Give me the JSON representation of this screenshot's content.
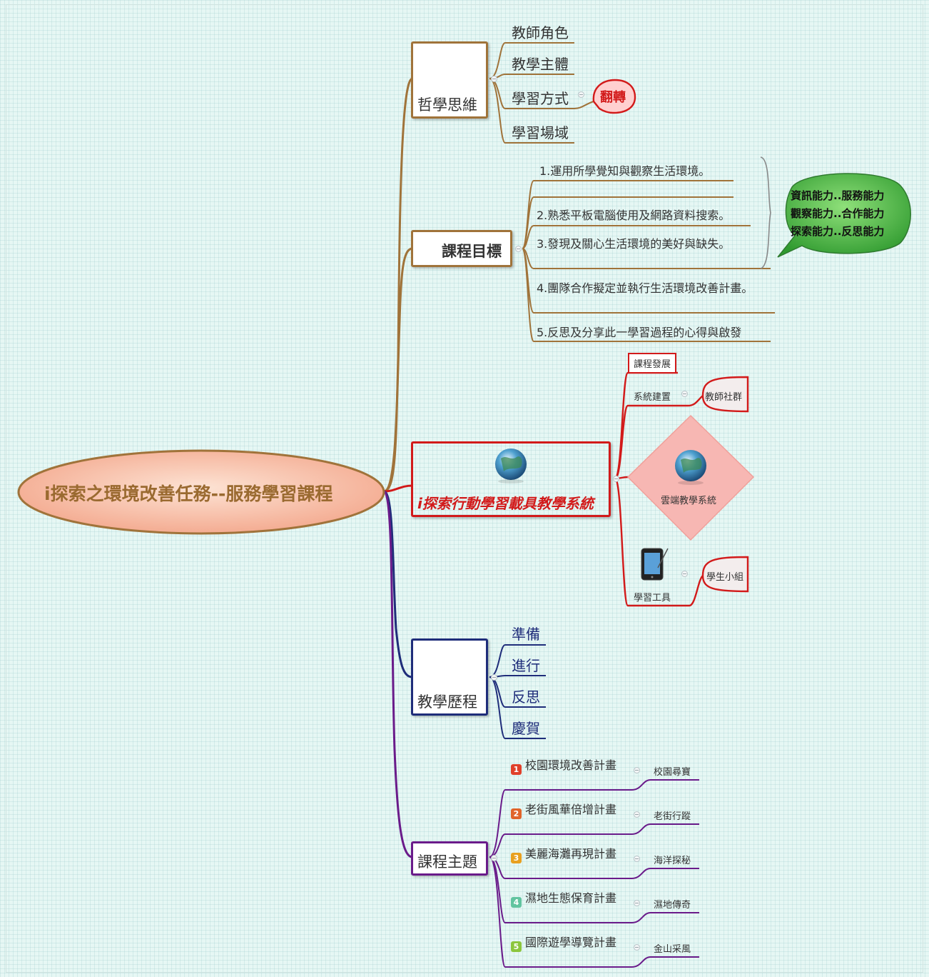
{
  "root": {
    "label": "i探索之環境改善任務--服務學習課程"
  },
  "branches": {
    "philosophy": {
      "label": "哲學思維",
      "icon": "question-icon",
      "children": [
        "教師角色",
        "教學主體",
        "學習方式",
        "學習場域"
      ],
      "callout": "翻轉"
    },
    "goals": {
      "label": "課程目標",
      "icon": "lightbulb-icon",
      "items": [
        "1.運用所學覺知與觀察生活環境。",
        "2.熟悉平板電腦使用及網路資料搜索。",
        "3.發現及關心生活環境的美好與缺失。",
        "4.團隊合作擬定並執行生活環境改善計畫。",
        "5.反思及分享此一學習過程的心得與啟發"
      ],
      "ability_callout": [
        "資訊能力..服務能力",
        "觀察能力..合作能力",
        "探索能力..反思能力"
      ]
    },
    "system": {
      "label": "i探索行動學習載具教學系統",
      "icon": "globe-icon",
      "course_dev": "課程發展",
      "system_build": "系統建置",
      "teacher_community": "教師社群",
      "cloud": "雲端教學系統",
      "learning_tool": "學習工具",
      "student_group": "學生小組"
    },
    "process": {
      "label": "教學歷程",
      "icon": "recycle-icon",
      "children": [
        "準備",
        "進行",
        "反思",
        "慶賀"
      ]
    },
    "themes": {
      "label": "課程主題",
      "plans": [
        {
          "num": "1",
          "title": "校園環境改善計畫",
          "sub": "校園尋寶"
        },
        {
          "num": "2",
          "title": "老街風華倍增計畫",
          "sub": "老街行蹤"
        },
        {
          "num": "3",
          "title": "美麗海灘再現計畫",
          "sub": "海洋探秘"
        },
        {
          "num": "4",
          "title": "濕地生態保育計畫",
          "sub": "濕地傳奇"
        },
        {
          "num": "5",
          "title": "國際遊學導覽計畫",
          "sub": "金山采風"
        }
      ]
    }
  },
  "colors": {
    "brown": "#a0733a",
    "red": "#d21a1a",
    "navy": "#1f2d7a",
    "purple": "#6a1b8a",
    "callout_green": "#3aa63a",
    "root_fill": "#f7b8a0"
  }
}
